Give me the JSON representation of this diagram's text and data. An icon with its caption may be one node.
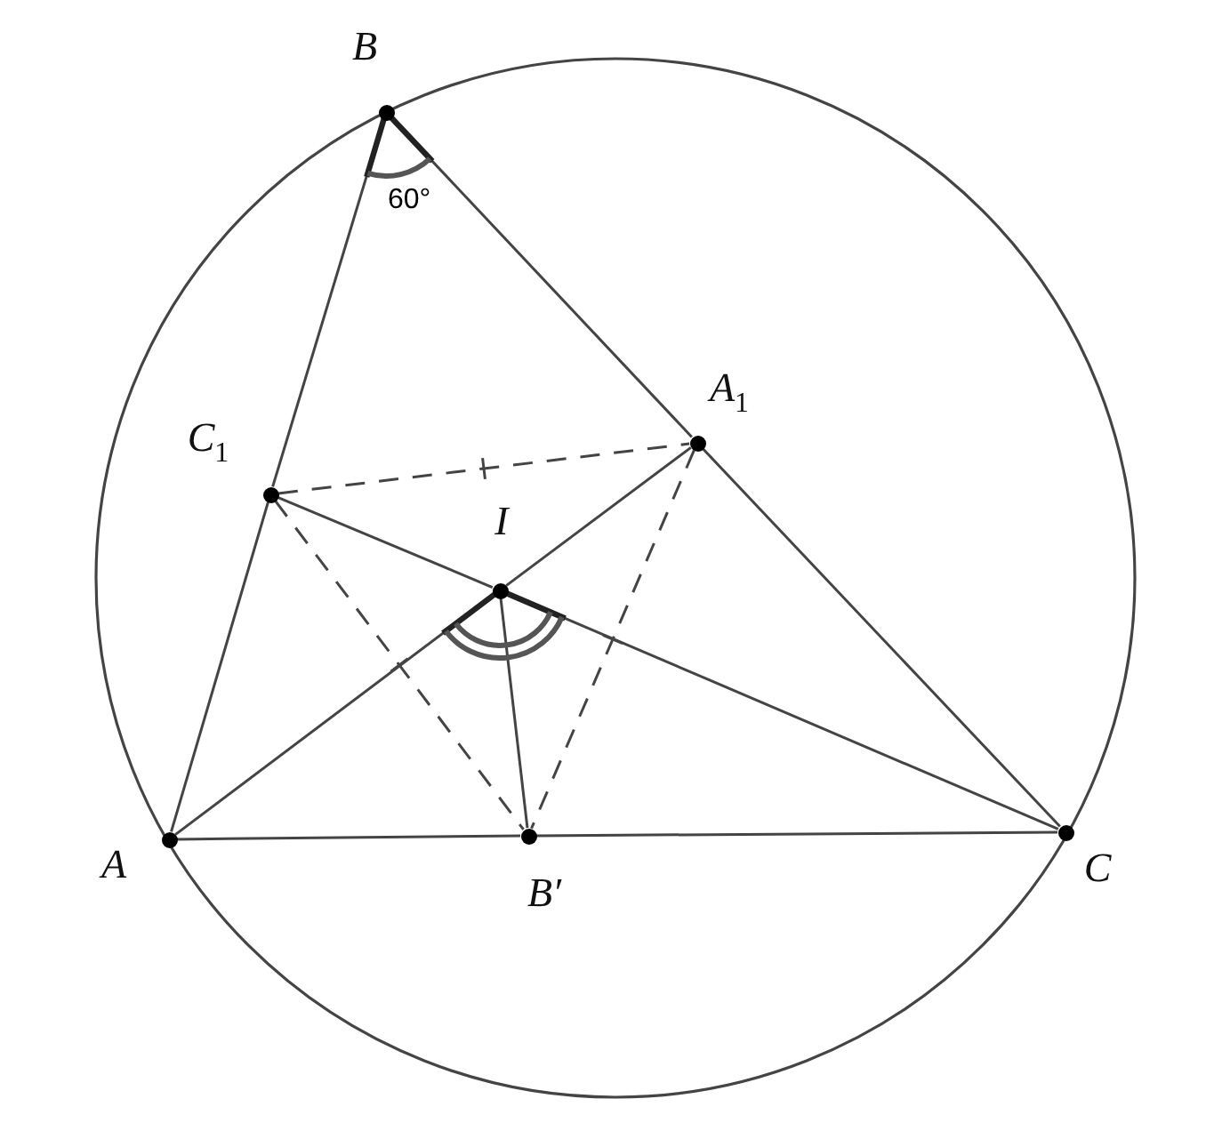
{
  "diagram": {
    "nodes": [
      {
        "text": [
          "B"
        ]
      },
      {
        "text": [
          "A$_{1}$"
        ]
      },
      {
        "text": [
          "C$_{1}$"
        ]
      },
      {
        "text": [
          "I"
        ]
      },
      {
        "text": [
          "A"
        ]
      },
      {
        "text": [
          "B′"
        ]
      },
      {
        "text": [
          "C"
        ]
      }
    ],
    "edges": [
      {
        "from": 0,
        "to": 2,
        "arrow": "none"
      },
      {
        "from": 2,
        "to": 4,
        "arrow": "none"
      },
      {
        "from": 0,
        "to": 1,
        "arrow": "none"
      },
      {
        "from": 1,
        "to": 6,
        "arrow": "none"
      },
      {
        "from": 4,
        "to": 5,
        "arrow": "none"
      },
      {
        "from": 5,
        "to": 6,
        "arrow": "none"
      },
      {
        "from": 4,
        "to": 3,
        "arrow": "none"
      },
      {
        "from": 3,
        "to": 1,
        "arrow": "none"
      },
      {
        "from": 2,
        "to": 3,
        "arrow": "none"
      },
      {
        "from": 3,
        "to": 6,
        "arrow": "none"
      },
      {
        "from": 3,
        "to": 5,
        "arrow": "none"
      },
      {
        "from": 2,
        "to": 1,
        "arrow": "none",
        "style": "dashed"
      },
      {
        "from": 2,
        "to": 5,
        "arrow": "none",
        "style": "dashed"
      },
      {
        "from": 1,
        "to": 5,
        "arrow": "none",
        "style": "dashed"
      }
    ],
    "labels": [
      "60°"
    ]
  }
}
